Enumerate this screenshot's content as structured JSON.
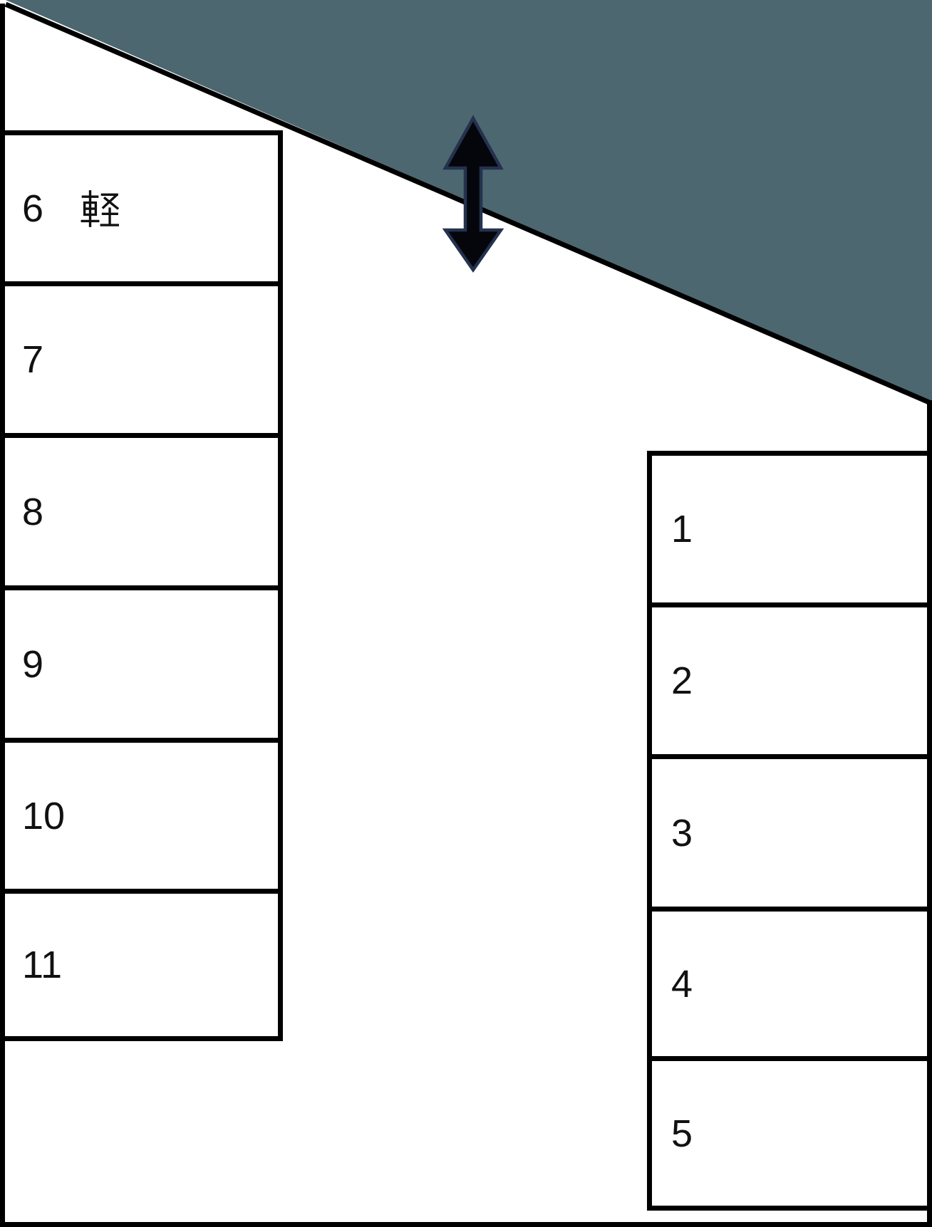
{
  "colors": {
    "background": "#ffffff",
    "road_area": "#4d6770",
    "boundary_line": "#000000",
    "space_border": "#000000",
    "label_text": "#111111",
    "arrow_fill": "#04060c",
    "arrow_outline": "#24324e"
  },
  "icons": {
    "two_way_arrow": "↕",
    "kei_kanji": "軽"
  },
  "left_column": {
    "items": [
      {
        "label": "6",
        "suffix": "軽"
      },
      {
        "label": "7"
      },
      {
        "label": "8"
      },
      {
        "label": "9"
      },
      {
        "label": "10"
      },
      {
        "label": "11"
      }
    ]
  },
  "right_column": {
    "items": [
      {
        "label": "1"
      },
      {
        "label": "2"
      },
      {
        "label": "3"
      },
      {
        "label": "4"
      },
      {
        "label": "5"
      }
    ]
  }
}
